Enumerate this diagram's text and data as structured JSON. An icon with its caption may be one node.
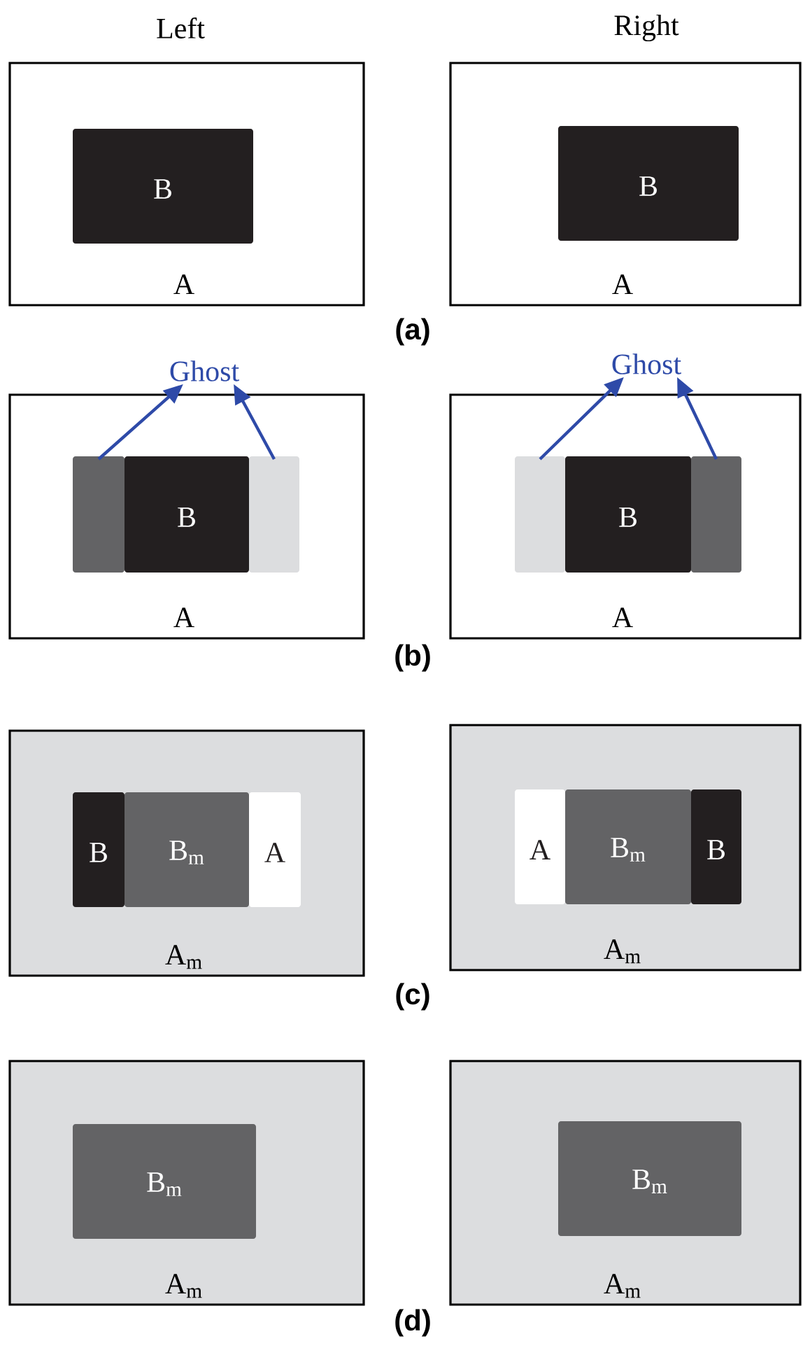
{
  "diagram": {
    "nodes": [
      {
        "text": [
          "A"
        ]
      },
      {
        "text": [
          "B"
        ],
        "in": 0
      },
      {
        "text": [
          "A"
        ]
      },
      {
        "text": [
          "B"
        ],
        "in": 2
      },
      {
        "text": [
          "Ghost"
        ]
      },
      {
        "text": [
          "A"
        ]
      },
      {
        "text": [],
        "shape": "box",
        "in": 5
      },
      {
        "text": [
          "B"
        ],
        "in": 5
      },
      {
        "text": [],
        "shape": "box",
        "in": 5
      },
      {
        "text": [
          "Ghost"
        ]
      },
      {
        "text": [
          "A"
        ]
      },
      {
        "text": [],
        "shape": "box",
        "in": 10
      },
      {
        "text": [
          "B"
        ],
        "in": 10
      },
      {
        "text": [],
        "shape": "box",
        "in": 10
      },
      {
        "text": [
          "A$_{m}$"
        ]
      },
      {
        "text": [
          "B"
        ],
        "in": 14
      },
      {
        "text": [
          "B$_{m}$"
        ],
        "in": 14
      },
      {
        "text": [
          "A"
        ],
        "in": 14
      },
      {
        "text": [
          "A$_{m}$"
        ]
      },
      {
        "text": [
          "A"
        ],
        "in": 18
      },
      {
        "text": [
          "B$_{m}$"
        ],
        "in": 18
      },
      {
        "text": [
          "B"
        ],
        "in": 18
      },
      {
        "text": [
          "A$_{m}$"
        ]
      },
      {
        "text": [
          "B$_{m}$"
        ],
        "in": 22
      },
      {
        "text": [
          "A$_{m}$"
        ]
      },
      {
        "text": [
          "B$_{m}$"
        ],
        "in": 24
      }
    ],
    "edges": [
      {
        "from": 6,
        "to": 4,
        "arrow": "to"
      },
      {
        "from": 8,
        "to": 4,
        "arrow": "to"
      },
      {
        "from": 11,
        "to": 9,
        "arrow": "to"
      },
      {
        "from": 13,
        "to": 9,
        "arrow": "to"
      }
    ],
    "labels": [
      "Left",
      "Right",
      "(a)",
      "(b)",
      "(c)",
      "(d)"
    ]
  }
}
